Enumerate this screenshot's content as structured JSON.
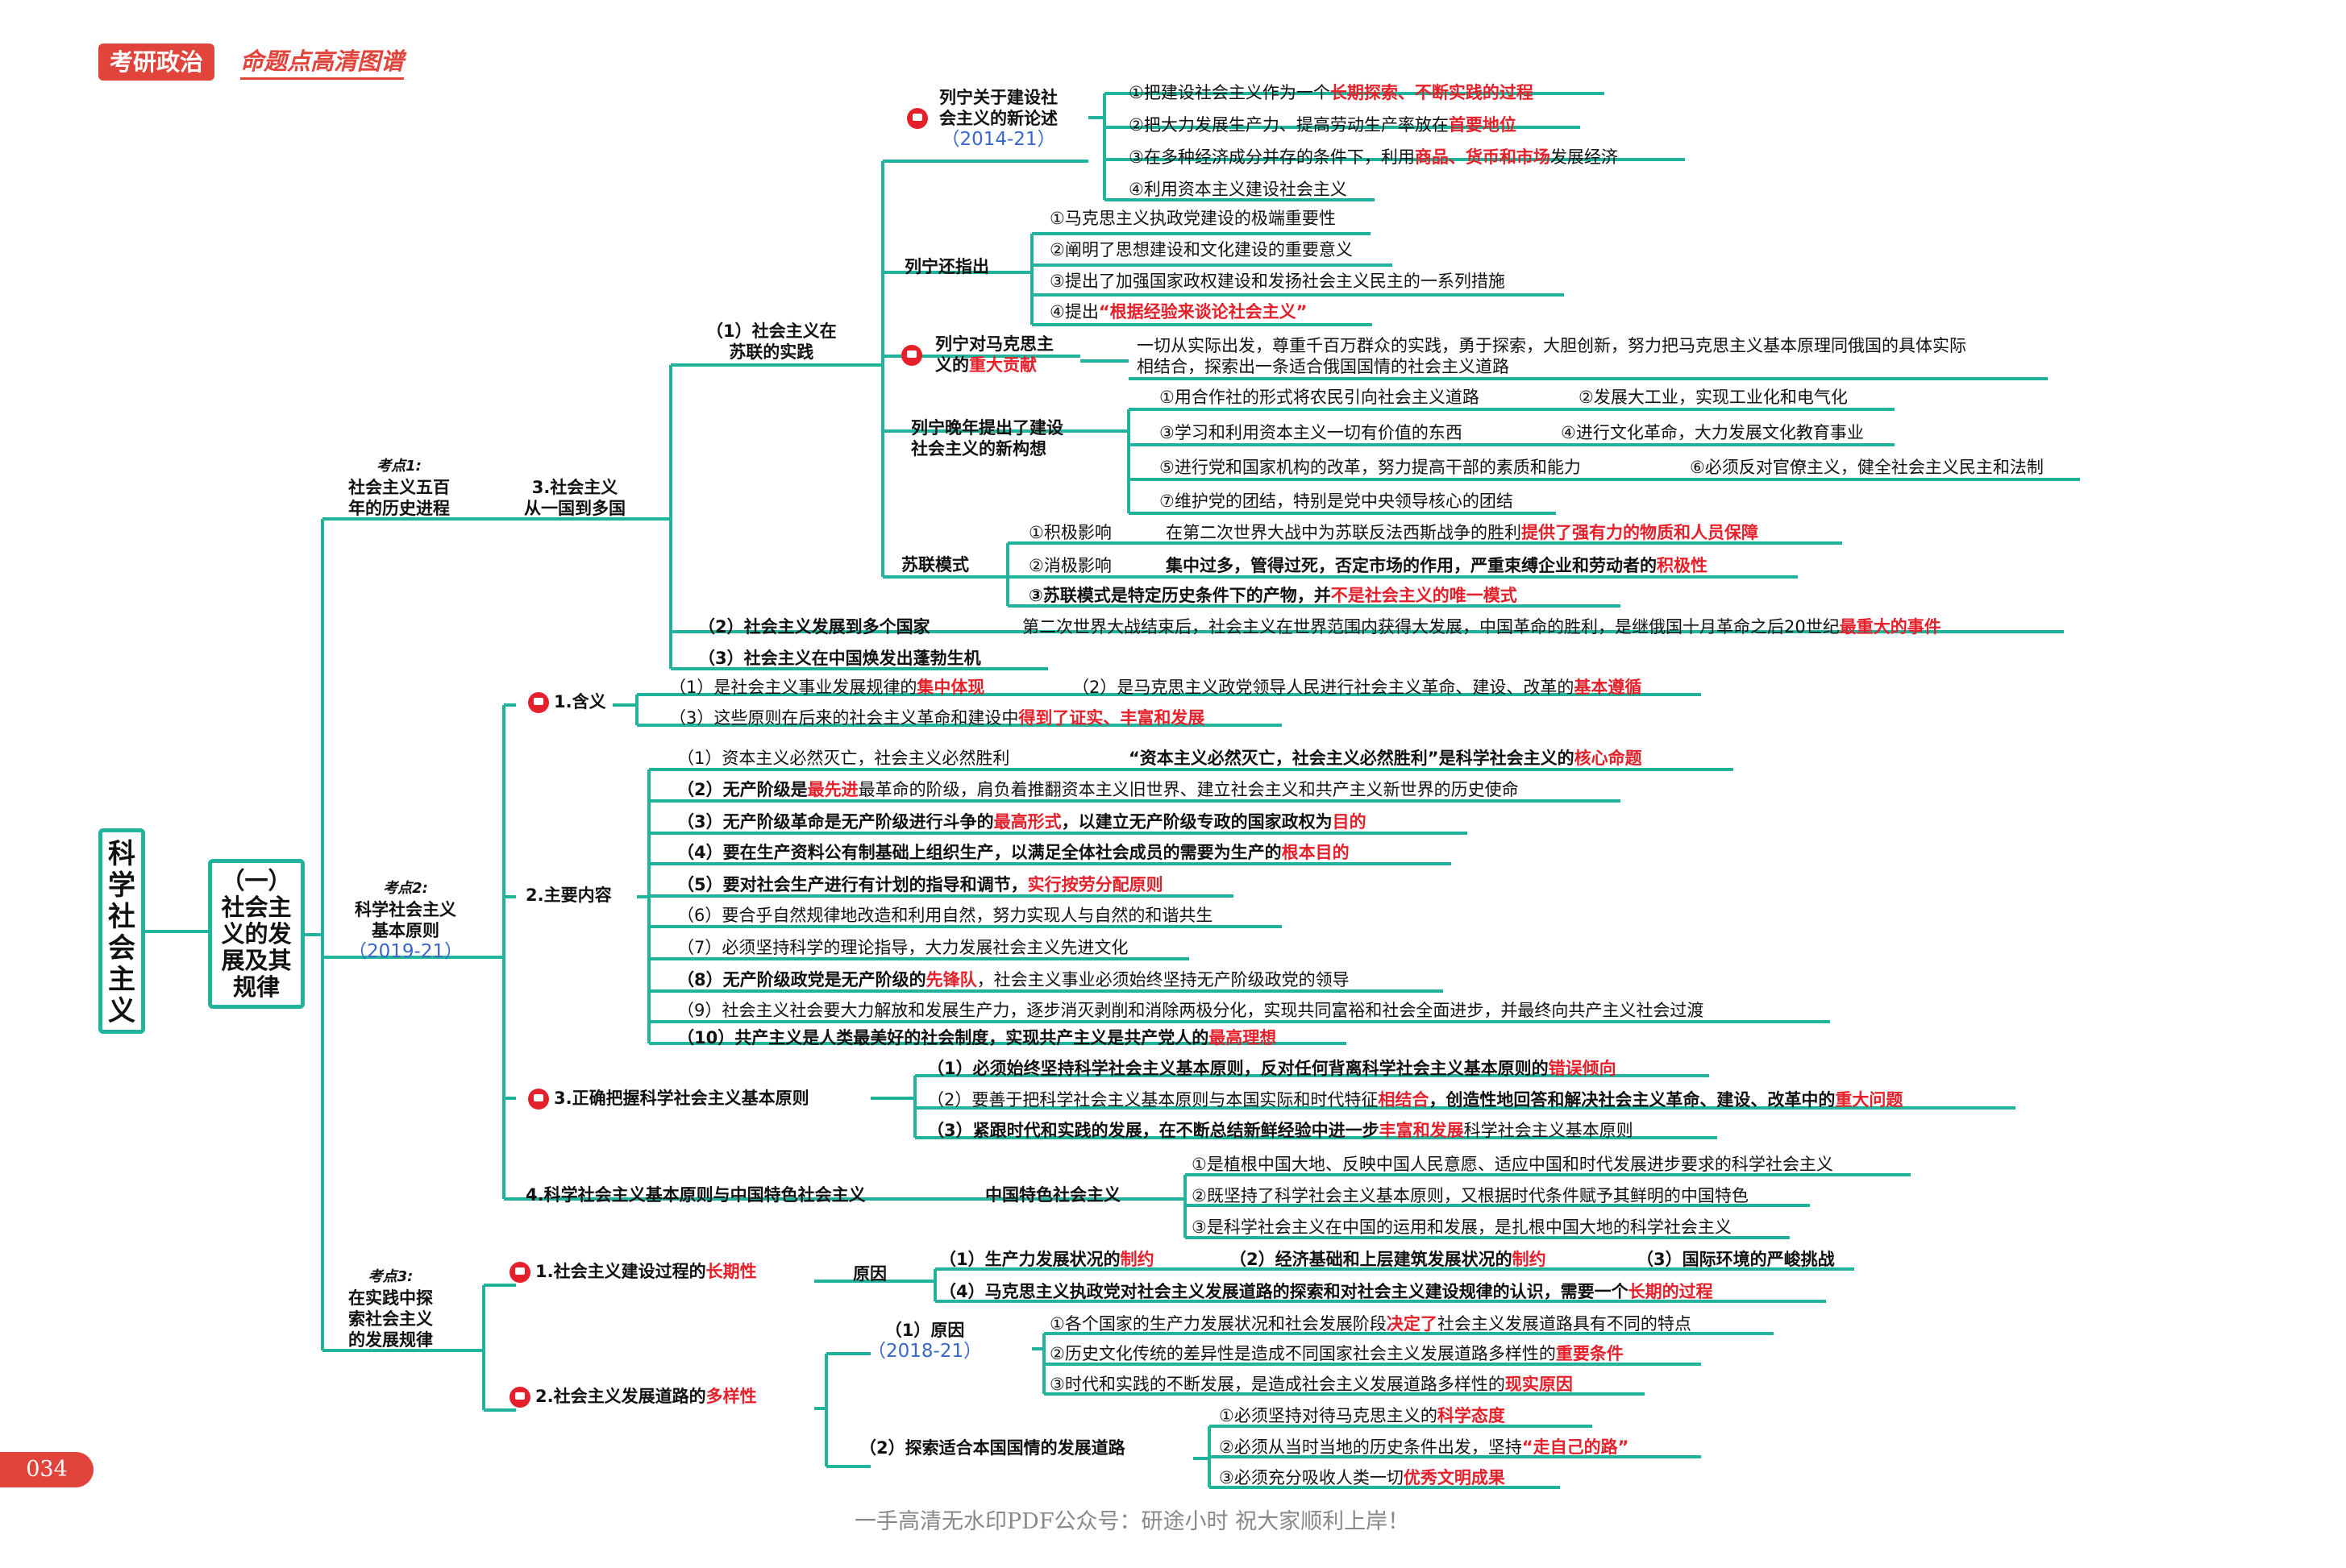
{
  "brand": {
    "tag": "考研政治",
    "subtitle": "命题点高清图谱"
  },
  "root": "科学社会主义",
  "level1": "（一）社会主义的发展及其规律",
  "kd1": {
    "label": "考点1:",
    "title1": "社会主义五百",
    "title2": "年的历史进程"
  },
  "kd2": {
    "label": "考点2:",
    "title1": "科学社会主义",
    "title2": "基本原则",
    "year": "（2019-21）"
  },
  "kd3": {
    "label": "考点3:",
    "title1": "在实践中探",
    "title2": "索社会主义",
    "title3": "的发展规律"
  },
  "s3": {
    "t1": "3.社会主义",
    "t2": "从一国到多国"
  },
  "s31": {
    "t1": "（1）社会主义在",
    "t2": "苏联的实践"
  },
  "lenin1": {
    "t1": "列宁关于建设社",
    "t2": "会主义的新论述",
    "year": "（2014-21）",
    "i1a": "①把建设社会主义作为一个",
    "i1b": "长期探索、不断实践的过程",
    "i2a": "②把大力发展生产力、提高劳动生产率放在",
    "i2b": "首要地位",
    "i3a": "③在多种经济成分并存的条件下，利用",
    "i3b": "商品、货币和市场",
    "i3c": "发展经济",
    "i4": "④利用资本主义建设社会主义"
  },
  "lenin2": {
    "t": "列宁还指出",
    "i1": "①马克思主义执政党建设的极端重要性",
    "i2": "②阐明了思想建设和文化建设的重要意义",
    "i3": "③提出了加强国家政权建设和发扬社会主义民主的一系列措施",
    "i4a": "④提出",
    "i4b": "“根据经验来谈论社会主义”"
  },
  "lenin3": {
    "t1": "列宁对马克思主",
    "t2a": "义的",
    "t2b": "重大贡献",
    "d1": "一切从实际出发，尊重千百万群众的实践，勇于探索，大胆创新，努力把马克思主义基本原理同俄国的具体实际",
    "d2": "相结合，探索出一条适合俄国国情的社会主义道路"
  },
  "lenin4": {
    "t1": "列宁晚年提出了建设",
    "t2": "社会主义的新构想",
    "i1": "①用合作社的形式将农民引向社会主义道路",
    "i2": "②发展大工业，实现工业化和电气化",
    "i3": "③学习和利用资本主义一切有价值的东西",
    "i4": "④进行文化革命，大力发展文化教育事业",
    "i5": "⑤进行党和国家机构的改革，努力提高干部的素质和能力",
    "i6": "⑥必须反对官僚主义，健全社会主义民主和法制",
    "i7": "⑦维护党的团结，特别是党中央领导核心的团结"
  },
  "soviet": {
    "t": "苏联模式",
    "p1": "①积极影响",
    "p1da": "在第二次世界大战中为苏联反法西斯战争的胜利",
    "p1db": "提供了强有力的物质和人员保障",
    "p2": "②消极影响",
    "p2da": "集中过多，管得过死，否定市场的作用，严重束缚企业和劳动者的",
    "p2db": "积极性",
    "p3a": "③苏联模式是特定历史条件下的产物，并",
    "p3b": "不是社会主义的唯一模式"
  },
  "s32": {
    "t": "（2）社会主义发展到多个国家",
    "da": "第二次世界大战结束后，社会主义在世界范围内获得大发展，中国革命的胜利，是继俄国十月革命之后20世纪",
    "db": "最重大的事件"
  },
  "s33": {
    "t": "（3）社会主义在中国焕发出蓬勃生机"
  },
  "m1": {
    "t": "1.含义",
    "i1a": "（1）是社会主义事业发展规律的",
    "i1b": "集中体现",
    "i2a": "（2）是马克思主义政党领导人民进行社会主义革命、建设、改革的",
    "i2b": "基本遵循",
    "i3a": "（3）这些原则在后来的社会主义革命和建设中",
    "i3b": "得到了证实、丰富和发展"
  },
  "m2": {
    "t": "2.主要内容",
    "c1a": "（1）资本主义必然灭亡，社会主义必然胜利",
    "c1b": "“资本主义必然灭亡，社会主义必然胜利”是科学社会主义的",
    "c1c": "核心命题",
    "c2a": "（2）无产阶级是",
    "c2b": "最先进",
    "c2c": "最革命的阶级，肩负着推翻资本主义旧世界、建立社会主义和共产主义新世界的历史使命",
    "c3a": "（3）无产阶级革命是无产阶级进行斗争的",
    "c3b": "最高形式",
    "c3c": "，以建立无产阶级专政的国家政权为",
    "c3d": "目的",
    "c4a": "（4）要在生产资料公有制基础上组织生产，以满足全体社会成员的需要为生产的",
    "c4b": "根本目的",
    "c5a": "（5）要对社会生产进行有计划的指导和调节，",
    "c5b": "实行按劳分配原则",
    "c6": "（6）要合乎自然规律地改造和利用自然，努力实现人与自然的和谐共生",
    "c7": "（7）必须坚持科学的理论指导，大力发展社会主义先进文化",
    "c8a": "（8）无产阶级政党是无产阶级的",
    "c8b": "先锋队",
    "c8c": "，社会主义事业必须始终坚持无产阶级政党的领导",
    "c9": "（9）社会主义社会要大力解放和发展生产力，逐步消灭剥削和消除两极分化，实现共同富裕和社会全面进步，并最终向共产主义社会过渡",
    "c10a": "（10）共产主义是人类最美好的社会制度，实现共产主义是共产党人的",
    "c10b": "最高理想"
  },
  "m3": {
    "t": "3.正确把握科学社会主义基本原则",
    "i1a": "（1）必须始终坚持科学社会主义基本原则，反对任何背离科学社会主义基本原则的",
    "i1b": "错误倾向",
    "i2a": "（2）要善于把科学社会主义基本原则与本国实际和时代特征",
    "i2b": "相结合",
    "i2c": "，创造性地回答和解决社会主义革命、建设、改革中的",
    "i2d": "重大问题",
    "i3a": "（3）紧跟时代和实践的发展，在不断总结新鲜经验中进一步",
    "i3b": "丰富和发展",
    "i3c": "科学社会主义基本原则"
  },
  "m4": {
    "t": "4.科学社会主义基本原则与中国特色社会主义",
    "sub": "中国特色社会主义",
    "i1": "①是植根中国大地、反映中国人民意愿、适应中国和时代发展进步要求的科学社会主义",
    "i2": "②既坚持了科学社会主义基本原则，又根据时代条件赋予其鲜明的中国特色",
    "i3": "③是科学社会主义在中国的运用和发展，是扎根中国大地的科学社会主义"
  },
  "n1": {
    "ta": "1.社会主义建设过程的",
    "tb": "长期性",
    "sub": "原因",
    "i1a": "（1）生产力发展状况的",
    "i1b": "制约",
    "i2a": "（2）经济基础和上层建筑发展状况的",
    "i2b": "制约",
    "i3": "（3）国际环境的严峻挑战",
    "i4a": "（4）马克思主义执政党对社会主义发展道路的探索和对社会主义建设规律的认识，需要一个",
    "i4b": "长期的过程"
  },
  "n2": {
    "ta": "2.社会主义发展道路的",
    "tb": "多样性",
    "r": "（1）原因",
    "year": "（2018-21）",
    "r1a": "①各个国家的生产力发展状况和社会发展阶段",
    "r1b": "决定了",
    "r1c": "社会主义发展道路具有不同的特点",
    "r2a": "②历史文化传统的差异性是造成不同国家社会主义发展道路多样性的",
    "r2b": "重要条件",
    "r3a": "③时代和实践的不断发展，是造成社会主义发展道路多样性的",
    "r3b": "现实原因",
    "p": "（2）探索适合本国国情的发展道路",
    "p1a": "①必须坚持对待马克思主义的",
    "p1b": "科学态度",
    "p2a": "②必须从当时当地的历史条件出发，坚持",
    "p2b": "“走自己的路”",
    "p3a": "③必须充分吸收人类一切",
    "p3b": "优秀文明成果"
  },
  "page": {
    "number": "034",
    "footer": "一手高清无水印PDF公众号：研途小时 祝大家顺利上岸！"
  },
  "colors": {
    "line": "#21b39b",
    "accent": "#e5202a",
    "brand": "#e0443a",
    "year": "#3a66c8"
  }
}
